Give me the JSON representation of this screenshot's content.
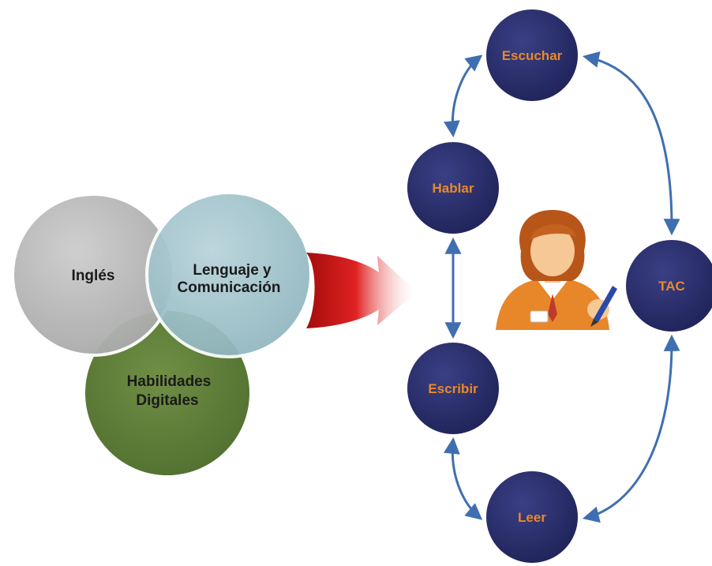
{
  "venn": {
    "ingles": "Inglés",
    "lenguaje_line1": "Lenguaje y",
    "lenguaje_line2": "Comunicación",
    "habilidades_line1": "Habilidades",
    "habilidades_line2": "Digitales"
  },
  "nodes": {
    "escuchar": "Escuchar",
    "hablar": "Hablar",
    "escribir": "Escribir",
    "leer": "Leer",
    "tac": "TAC"
  },
  "colors": {
    "node_fill": "#2b2f6b",
    "node_label": "#e8892a",
    "connector": "#3f6fb0",
    "circle_ingles": "#b7b7b7",
    "circle_lenguaje": "#9fc1c9",
    "circle_habilidades": "#5f7d3a",
    "arrow": "#d01818"
  },
  "icons": {
    "transition_arrow": "big-red-right-arrow",
    "person": "teacher-with-pen-icon"
  }
}
